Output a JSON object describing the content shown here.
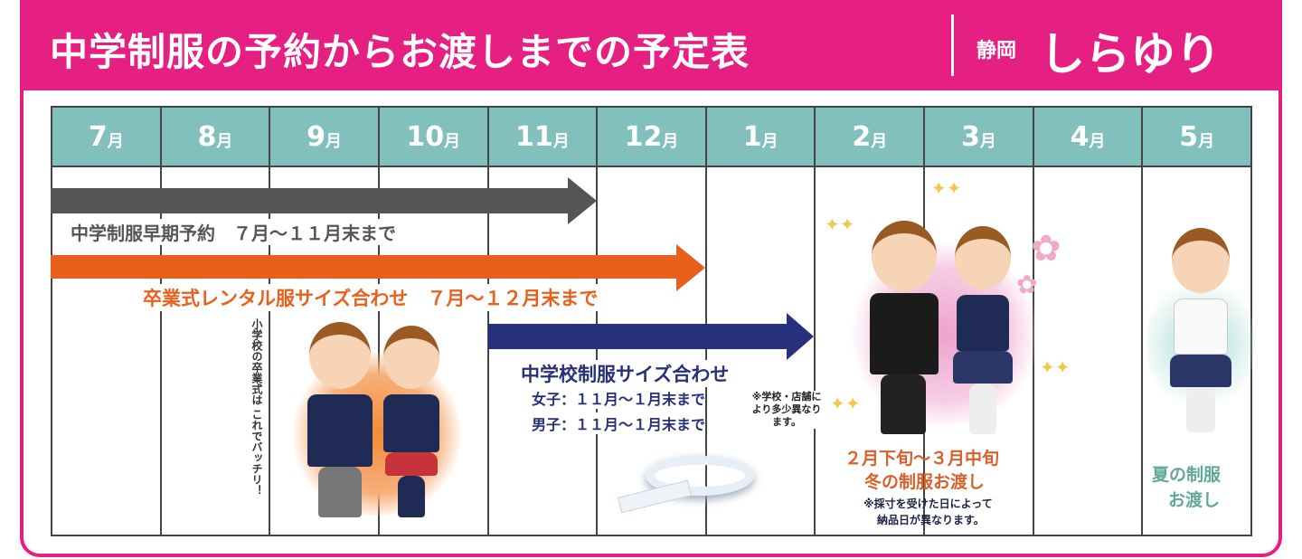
{
  "header": {
    "title": "中学制服の予約からお渡しまでの予定表",
    "brand_prefix": "静岡",
    "brand": "しらゆり"
  },
  "months": [
    {
      "num": "7",
      "unit": "月"
    },
    {
      "num": "8",
      "unit": "月"
    },
    {
      "num": "9",
      "unit": "月"
    },
    {
      "num": "10",
      "unit": "月"
    },
    {
      "num": "11",
      "unit": "月"
    },
    {
      "num": "12",
      "unit": "月"
    },
    {
      "num": "1",
      "unit": "月"
    },
    {
      "num": "2",
      "unit": "月"
    },
    {
      "num": "3",
      "unit": "月"
    },
    {
      "num": "4",
      "unit": "月"
    },
    {
      "num": "5",
      "unit": "月"
    }
  ],
  "schedule": {
    "early_reservation": {
      "label": "中学制服早期予約　７月～１１月末まで",
      "color": "#555555"
    },
    "rental_fitting": {
      "label": "卒業式レンタル服サイズ合わせ　７月～１２月末まで",
      "color": "#e8601c"
    },
    "uniform_fitting": {
      "title": "中学校制服サイズ合わせ",
      "girls": "女子：１１月～１月末まで",
      "boys": "男子：１１月～１月末まで",
      "note": "※学校・店舗により多少異なります。",
      "color": "#27307a"
    },
    "winter_delivery": {
      "period": "２月下旬～３月中旬",
      "title": "冬の制服お渡し",
      "note1": "※採寸を受けた日によって",
      "note2": "納品日が異なります。",
      "color": "#d9602a"
    },
    "summer_delivery": {
      "line1": "夏の制服",
      "line2": "お渡し",
      "color": "#5fa89a"
    },
    "callout": {
      "line1": "小学校の卒業式は",
      "line2": "これでバッチリ！"
    }
  },
  "colors": {
    "brand": "#e61f83",
    "month_header": "#82c0bd"
  }
}
